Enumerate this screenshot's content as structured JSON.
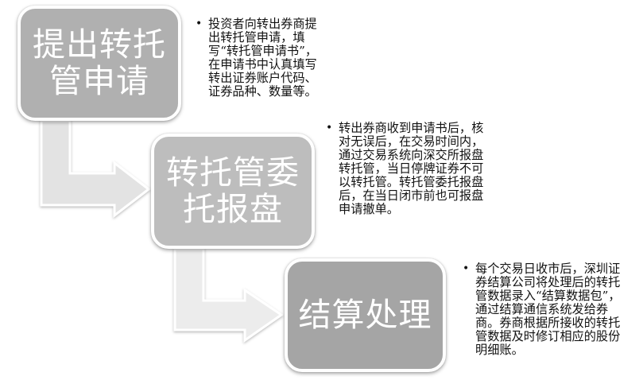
{
  "diagram": {
    "type": "process-flow",
    "direction": "top-left to bottom-right staircase",
    "colors": {
      "step1_fill": "#b0b0b0",
      "step2_fill": "#bdbdbd",
      "step3_fill": "#a5a5a5",
      "arrow_fill": "#e3e3e3",
      "box_border": "#ffffff",
      "text_on_box": "#ffffff",
      "description_text": "#111111"
    },
    "steps": [
      {
        "title": "提出转托管申请",
        "bullet": "•",
        "description": "投资者向转出券商提出转托管申请，填写“转托管申请书”，在申请书中认真填写转出证券账户代码、证券品种、数量等。"
      },
      {
        "title": "转托管委托报盘",
        "bullet": "•",
        "description": "转出券商收到申请书后，核对无误后，在交易时间内，通过交易系统向深交所报盘转托管，当日停牌证券不可以转托管。转托管委托报盘后，在当日闭市前也可报盘申请撤单。"
      },
      {
        "title": "结算处理",
        "bullet": "•",
        "description": "每个交易日收市后，深圳证券结算公司将处理后的转托管数据录入“结算数据包”，通过结算通信系统发给券商。券商根据所接收的转托管数据及时修订相应的股份明细账。"
      }
    ],
    "connectors": [
      {
        "from": 0,
        "to": 1,
        "shape": "bent-arrow-down-right"
      },
      {
        "from": 1,
        "to": 2,
        "shape": "bent-arrow-down-right"
      }
    ]
  }
}
